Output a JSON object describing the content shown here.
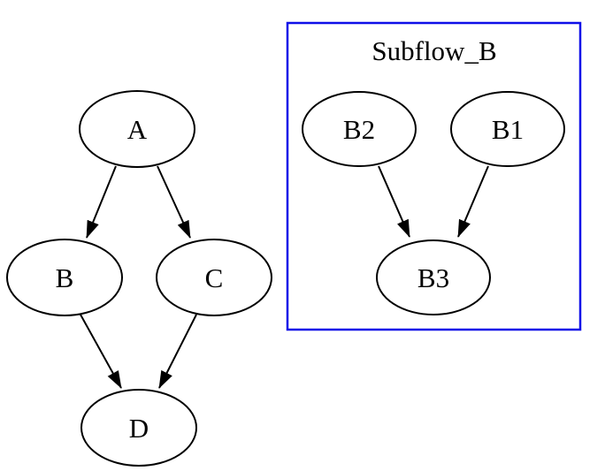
{
  "diagram": {
    "type": "flowchart",
    "background_color": "#ffffff",
    "node_border_color": "#000000",
    "edge_color": "#000000",
    "cluster": {
      "title": "Subflow_B",
      "border_color": "#0f0fe8"
    },
    "nodes": {
      "A": {
        "label": "A"
      },
      "B": {
        "label": "B"
      },
      "C": {
        "label": "C"
      },
      "D": {
        "label": "D"
      },
      "B2": {
        "label": "B2"
      },
      "B1": {
        "label": "B1"
      },
      "B3": {
        "label": "B3"
      }
    },
    "edges": [
      {
        "from": "A",
        "to": "B"
      },
      {
        "from": "A",
        "to": "C"
      },
      {
        "from": "B",
        "to": "D"
      },
      {
        "from": "C",
        "to": "D"
      },
      {
        "from": "B2",
        "to": "B3"
      },
      {
        "from": "B1",
        "to": "B3"
      }
    ]
  }
}
